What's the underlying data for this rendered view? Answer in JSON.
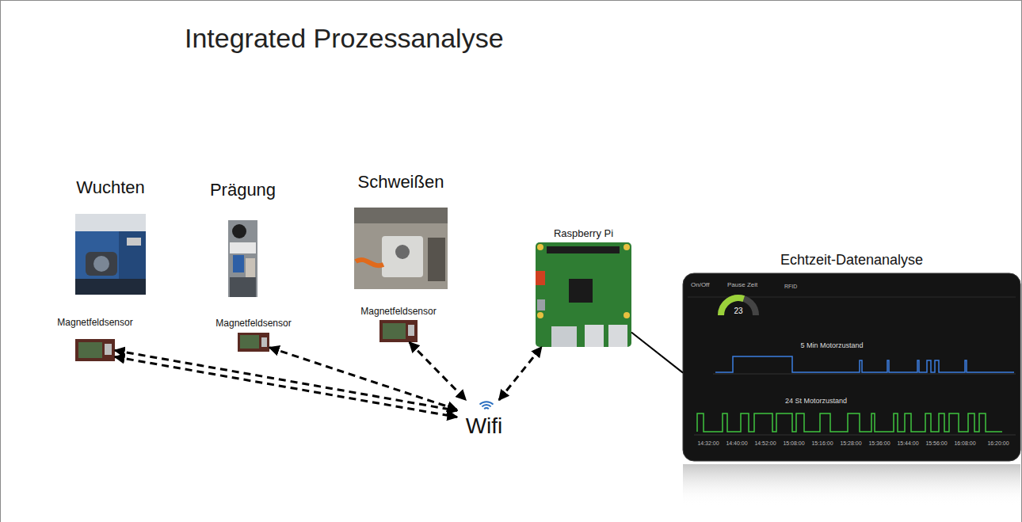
{
  "diagram": {
    "title": "Integrated Prozessanalyse",
    "nodes": [
      {
        "text": [
          "Wuchten"
        ]
      },
      {
        "text": [
          "Prägung"
        ]
      },
      {
        "text": [
          "Schweißen"
        ]
      },
      {
        "text": [
          "Magnetfeldsensor"
        ]
      },
      {
        "text": [
          "Magnetfeldsensor"
        ]
      },
      {
        "text": [
          "Magnetfeldsensor"
        ]
      },
      {
        "text": [
          "Wifi"
        ]
      },
      {
        "text": [
          "Raspberry Pi"
        ]
      },
      {
        "text": [
          "Echtzeit-Datenanalyse"
        ]
      }
    ],
    "edges": [
      {
        "from": 3,
        "to": 6,
        "arrow": "both"
      },
      {
        "from": 3,
        "to": 6,
        "arrow": "both"
      },
      {
        "from": 4,
        "to": 6,
        "arrow": "both"
      },
      {
        "from": 5,
        "to": 6,
        "arrow": "both"
      },
      {
        "from": 6,
        "to": 7,
        "arrow": "both"
      },
      {
        "from": 7,
        "to": 8,
        "arrow": "none"
      }
    ],
    "labels": [
      "On/Off",
      "Pause Zeit",
      "RFID",
      "23",
      "5 Min Motorzustand",
      "24 St Motorzustand",
      "14:32:00",
      "14:40:00",
      "14:52:00",
      "15:08:00",
      "15:16:00",
      "15:28:00",
      "15:36:00",
      "15:44:00",
      "15:56:00",
      "16:08:00",
      "16:20:00"
    ]
  }
}
